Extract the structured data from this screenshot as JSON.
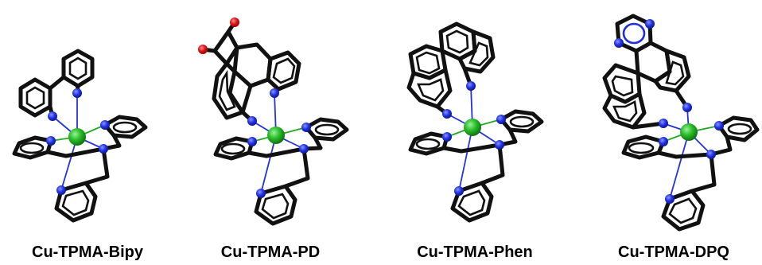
{
  "colors": {
    "bond": "#111111",
    "nitrogen": "#1f2ee0",
    "copper": "#1db31d",
    "oxygen": "#e01010"
  },
  "captions": [
    {
      "label": "Cu-TPMA-Bipy"
    },
    {
      "label": "Cu-TPMA-PD"
    },
    {
      "label": "Cu-TPMA-Phen"
    },
    {
      "label": "Cu-TPMA-DPQ"
    }
  ]
}
